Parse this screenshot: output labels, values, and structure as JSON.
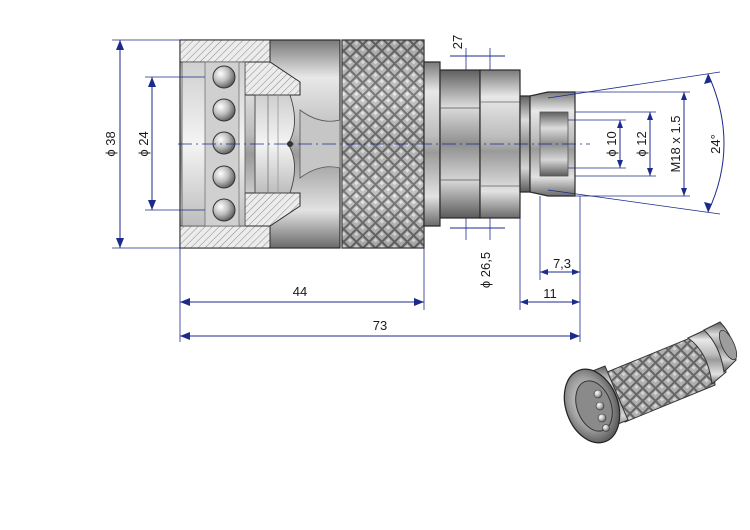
{
  "drawing": {
    "subject": "hydraulic-quick-coupler-female",
    "dimensions": {
      "dia_outer": "ϕ 38",
      "dia_inner": "ϕ 24",
      "width_hex": "27",
      "length_body": "44",
      "length_total": "73",
      "dia_hex": "ϕ 26,5",
      "dia_bore": "ϕ 10",
      "dia_thread_core": "ϕ 12",
      "thread": "M18 x 1.5",
      "angle": "24°",
      "thread_length": "7,3",
      "nipple_length": "11"
    },
    "colors": {
      "dimension_line": "#1c2a8c",
      "metal_light": "#d8d8d8",
      "metal_dark": "#6d6d6d",
      "section_hatch": "#9a9a9a"
    }
  }
}
